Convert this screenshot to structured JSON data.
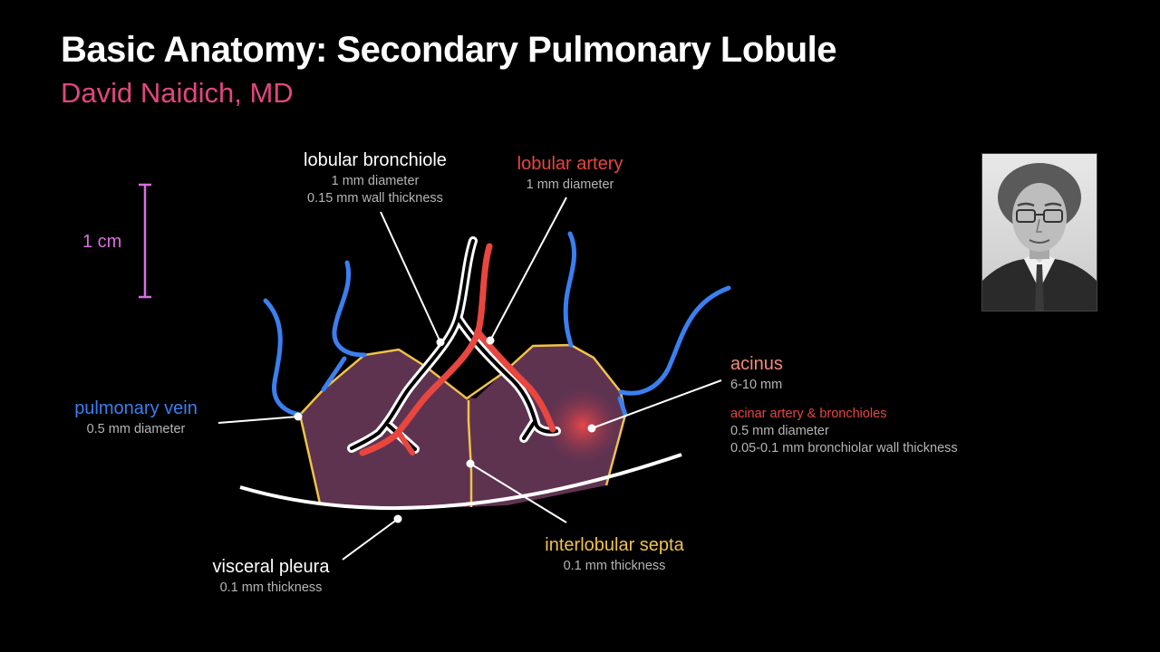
{
  "header": {
    "title": "Basic Anatomy: Secondary Pulmonary Lobule",
    "author": "David Naidich, MD"
  },
  "scale_bar": {
    "label": "1 cm"
  },
  "labels": {
    "lobular_bronchiole": {
      "title": "lobular bronchiole",
      "line1": "1 mm diameter",
      "line2": "0.15 mm wall thickness"
    },
    "lobular_artery": {
      "title": "lobular artery",
      "line1": "1 mm diameter"
    },
    "pulmonary_vein": {
      "title": "pulmonary vein",
      "line1": "0.5 mm diameter"
    },
    "acinus": {
      "title": "acinus",
      "line1": "6-10 mm",
      "sub_title": "acinar artery & bronchioles",
      "sub_line1": "0.5 mm diameter",
      "sub_line2": "0.05-0.1 mm bronchiolar wall thickness"
    },
    "interlobular_septa": {
      "title": "interlobular septa",
      "line1": "0.1 mm thickness"
    },
    "visceral_pleura": {
      "title": "visceral pleura",
      "line1": "0.1 mm thickness"
    }
  },
  "colors": {
    "title": "#ffffff",
    "author": "#e0477e",
    "scale_bar": "#d86fe0",
    "vein": "#3b7ff0",
    "artery": "#e8463f",
    "septa": "#f0c24a",
    "lobule_fill": "#5e3350",
    "acinus_label": "#f08a7a",
    "pleura": "#ffffff"
  },
  "portrait": {
    "icon": "portrait-photo"
  }
}
